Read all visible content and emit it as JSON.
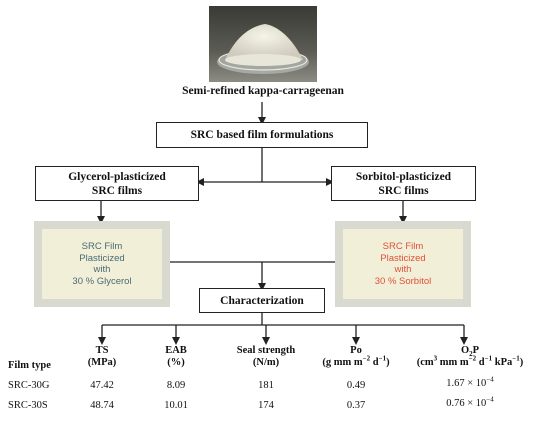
{
  "top_image_caption": "Semi-refined kappa-carrageenan",
  "box_formulations": "SRC based film formulations",
  "box_glycerol": [
    "Glycerol-plasticized",
    "SRC films"
  ],
  "box_sorbitol": [
    "Sorbitol-plasticized",
    "SRC films"
  ],
  "film_glycerol": [
    "SRC Film",
    "Plasticized",
    "with",
    "30 % Glycerol"
  ],
  "film_sorbitol": [
    "SRC Film",
    "Plasticized",
    "with",
    "30 % Sorbitol"
  ],
  "box_characterization": "Characterization",
  "colors": {
    "film_glycerol_text": "#4a6b74",
    "film_sorbitol_text": "#e0503a",
    "film_bg": "#f2efd8"
  },
  "table": {
    "row_header": "Film type",
    "columns": {
      "ts": [
        "TS",
        "(MPa)"
      ],
      "eab": [
        "EAB",
        "(%)"
      ],
      "seal": [
        "Seal strength",
        "(N/m)"
      ],
      "po": [
        "Po",
        "(g mm m",
        "−2",
        " d",
        "−1",
        ")"
      ],
      "o2p": [
        "O",
        "2",
        "P",
        "(cm",
        "3",
        " mm m",
        "−2",
        " d",
        "−1",
        " kPa",
        "−1",
        ")"
      ]
    },
    "rows": [
      {
        "film": "SRC-30G",
        "ts": "47.42",
        "eab": "8.09",
        "seal": "181",
        "po": "0.49",
        "o2p_mant": "1.67 × 10",
        "o2p_exp": "−4"
      },
      {
        "film": "SRC-30S",
        "ts": "48.74",
        "eab": "10.01",
        "seal": "174",
        "po": "0.37",
        "o2p_mant": "0.76 × 10",
        "o2p_exp": "−4"
      }
    ]
  }
}
